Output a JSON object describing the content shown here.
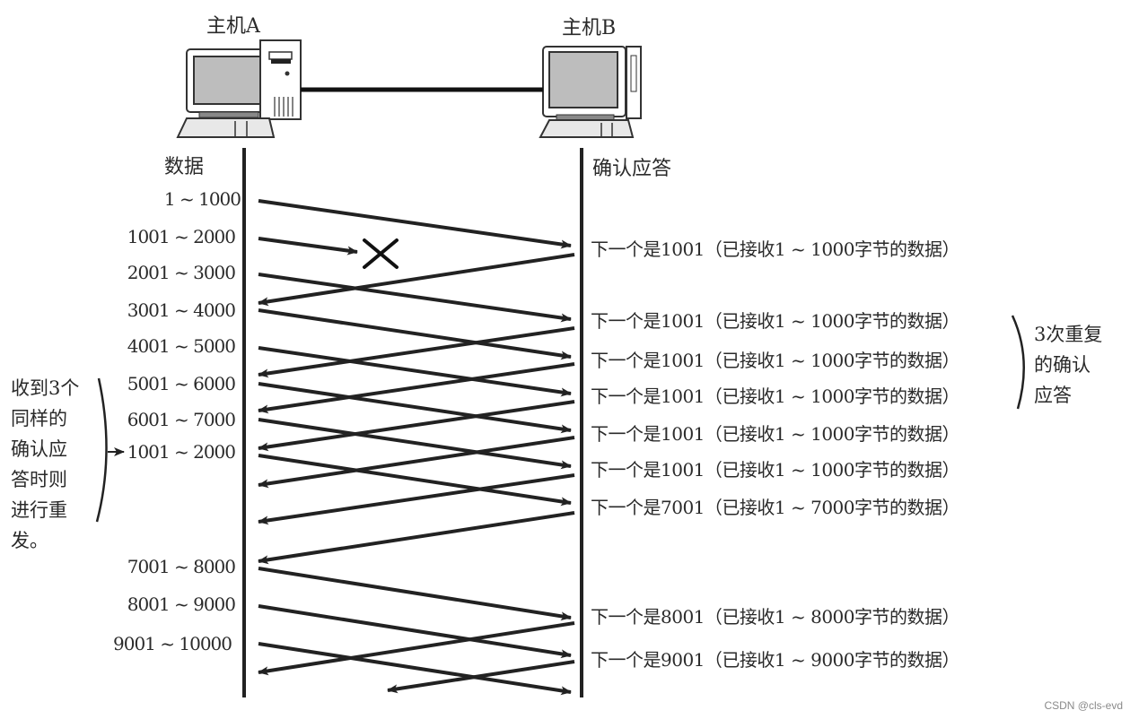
{
  "hosts": {
    "a": {
      "title": "主机A"
    },
    "b": {
      "title": "主机B"
    }
  },
  "columns": {
    "left_title": "数据",
    "right_title": "确认应答"
  },
  "data_segments": [
    {
      "label": "1 ~ 1000",
      "lost": false
    },
    {
      "label": "1001 ~ 2000",
      "lost": true
    },
    {
      "label": "2001 ~ 3000",
      "lost": false
    },
    {
      "label": "3001 ~ 4000",
      "lost": false
    },
    {
      "label": "4001 ~ 5000",
      "lost": false
    },
    {
      "label": "5001 ~ 6000",
      "lost": false
    },
    {
      "label": "6001 ~ 7000",
      "lost": false
    },
    {
      "label": "1001 ~ 2000",
      "lost": false,
      "retransmit": true
    },
    {
      "label": "7001 ~ 8000",
      "lost": false
    },
    {
      "label": "8001 ~ 9000",
      "lost": false
    },
    {
      "label": "9001 ~ 10000",
      "lost": false
    }
  ],
  "acks": [
    {
      "label": "下一个是1001（已接收1 ~ 1000字节的数据）"
    },
    {
      "label": "下一个是1001（已接收1 ~ 1000字节的数据）"
    },
    {
      "label": "下一个是1001（已接收1 ~ 1000字节的数据）"
    },
    {
      "label": "下一个是1001（已接收1 ~ 1000字节的数据）"
    },
    {
      "label": "下一个是1001（已接收1 ~ 1000字节的数据）"
    },
    {
      "label": "下一个是1001（已接收1 ~ 1000字节的数据）"
    },
    {
      "label": "下一个是7001（已接收1 ~ 7000字节的数据）"
    },
    {
      "label": "下一个是8001（已接收1 ~ 8000字节的数据）"
    },
    {
      "label": "下一个是9001（已接收1 ~ 9000字节的数据）"
    }
  ],
  "notes": {
    "left": [
      "收到3个",
      "同样的",
      "确认应",
      "答时则",
      "进行重",
      "发。"
    ],
    "right": [
      "3次重复",
      "的确认",
      "应答"
    ]
  },
  "loss_marker": "×",
  "watermark": "CSDN @cls-evd"
}
